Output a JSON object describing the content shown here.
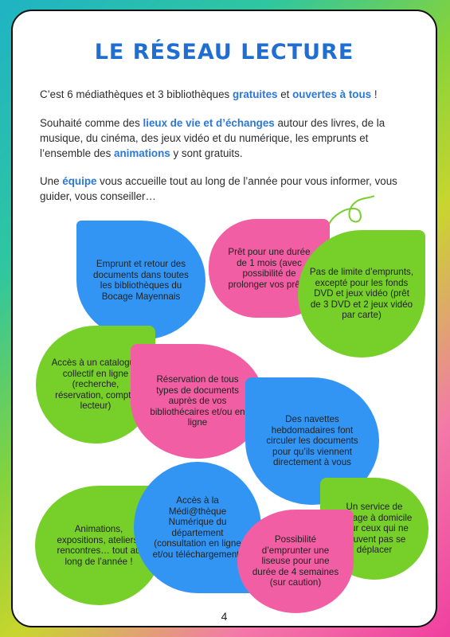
{
  "title": "LE RÉSEAU LECTURE",
  "intro": {
    "p1": {
      "a": "C’est 6 médiathèques et 3 bibliothèques ",
      "b1": "gratuites",
      "c": " et ",
      "b2": "ouvertes à tous",
      "d": " !"
    },
    "p2": {
      "a": "Souhaité comme des ",
      "b1": "lieux de vie et d’échanges",
      "c": " autour des livres, de la musique, du cinéma, des jeux vidéo et du numérique, les emprunts et l’ensemble des ",
      "b2": "animations",
      "d": " y sont gratuits."
    },
    "p3": {
      "a": "Une ",
      "b1": "équipe",
      "c": " vous accueille tout au long de l’année pour vous informer, vous guider, vous conseiller…"
    }
  },
  "bubbles": [
    {
      "color": "blue",
      "text": "Emprunt et retour des documents dans toutes les bibliothèques du Bocage Mayennais"
    },
    {
      "color": "pink",
      "text": "Prêt pour une durée de 1 mois (avec possibilité de prolonger vos prêts)"
    },
    {
      "color": "green",
      "text": "Pas de limite d’emprunts, excepté pour les fonds DVD et jeux vidéo (prêt de 3 DVD et 2 jeux vidéo par carte)"
    },
    {
      "color": "green",
      "text": "Accès à un catalogue collectif en ligne (recherche, réservation, compte lecteur)"
    },
    {
      "color": "pink",
      "text": "Réservation de tous types de documents auprès de vos bibliothécaires et/ou en ligne"
    },
    {
      "color": "blue",
      "text": "Des navettes hebdomadaires font circuler les documents pour qu’ils viennent directement à vous"
    },
    {
      "color": "green",
      "text": "Animations, expositions, ateliers, rencontres… tout au long de l’année !"
    },
    {
      "color": "blue",
      "text": "Accès à la Médi@thèque Numérique du département (consultation en ligne et/ou téléchargement)"
    },
    {
      "color": "green",
      "text": "Un service de portage à domicile pour ceux qui ne peuvent pas se déplacer"
    },
    {
      "color": "pink",
      "text": "Possibilité d’emprunter une liseuse pour une durée de 4 semaines (sur caution)"
    }
  ],
  "page_number": "4"
}
